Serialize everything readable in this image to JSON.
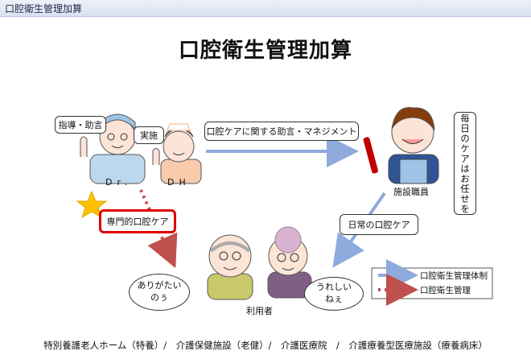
{
  "header": {
    "tab_label": "口腔衛生管理加算"
  },
  "title": "口腔衛生管理加算",
  "actors": {
    "dr_label": "Dr.",
    "dh_label": "DH",
    "staff_label": "施設職員",
    "user_label": "利用者"
  },
  "bubbles": {
    "guidance": "指導・助言",
    "execution": "実施",
    "advice_management": "口腔ケアに関する助言・マネジメント",
    "specialist_care": "専門的口腔ケア",
    "daily_care": "日常の口腔ケア",
    "leave_it": "毎日のケアはお任せを",
    "grateful_line1": "ありがたい",
    "grateful_line2": "のぅ",
    "happy_line1": "うれしい",
    "happy_line2": "ねぇ"
  },
  "legend": {
    "system": "口腔衛生管理体制",
    "management": "口腔衛生管理"
  },
  "footer": "特別養護老人ホーム（特養）/　介護保健施設（老健）/　介護医療院　/　介護療養型医療施設（療養病床）",
  "colors": {
    "blue_arrow": "#8faadc",
    "red_arrow": "#c0504d",
    "highlight_border": "#e00000",
    "star": "#ffc000"
  }
}
